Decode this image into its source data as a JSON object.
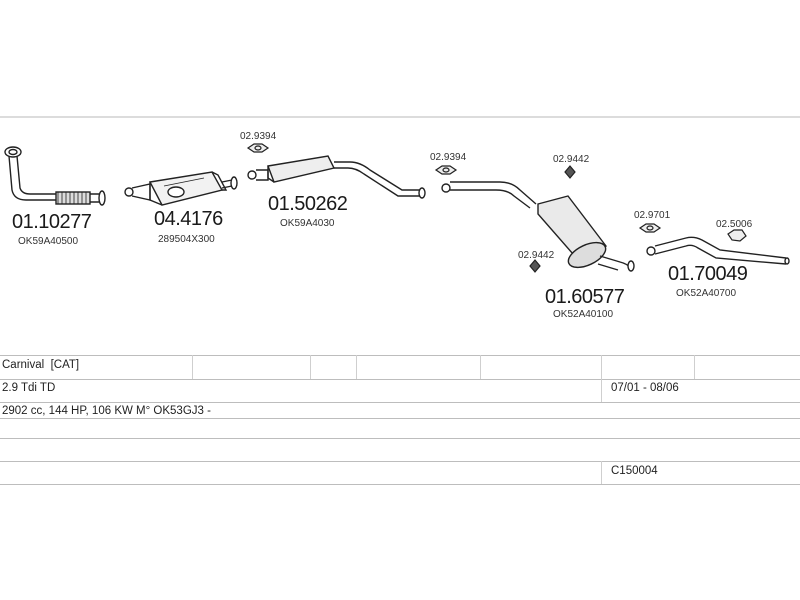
{
  "parts": {
    "p1": {
      "number": "01.10277",
      "oe": "OK59A40500"
    },
    "p2": {
      "number": "04.4176",
      "oe": "289504X300"
    },
    "p3": {
      "number": "01.50262",
      "oe": "OK59A4030"
    },
    "p4": {
      "number": "01.60577",
      "oe": "OK52A40100"
    },
    "p5": {
      "number": "01.70049",
      "oe": "OK52A40700"
    }
  },
  "small_parts": {
    "s1": "02.9394",
    "s2": "02.9394",
    "s3": "02.9442",
    "s4": "02.9701",
    "s5": "02.5006",
    "s6": "02.9442"
  },
  "vehicle": {
    "model": "Carnival  [CAT]",
    "engine": "2.9 Tdi TD",
    "years": "07/01 - 08/06",
    "spec": "2902 cc, 144 HP, 106 KW M° OK53GJ3 -",
    "code": "C150004"
  }
}
